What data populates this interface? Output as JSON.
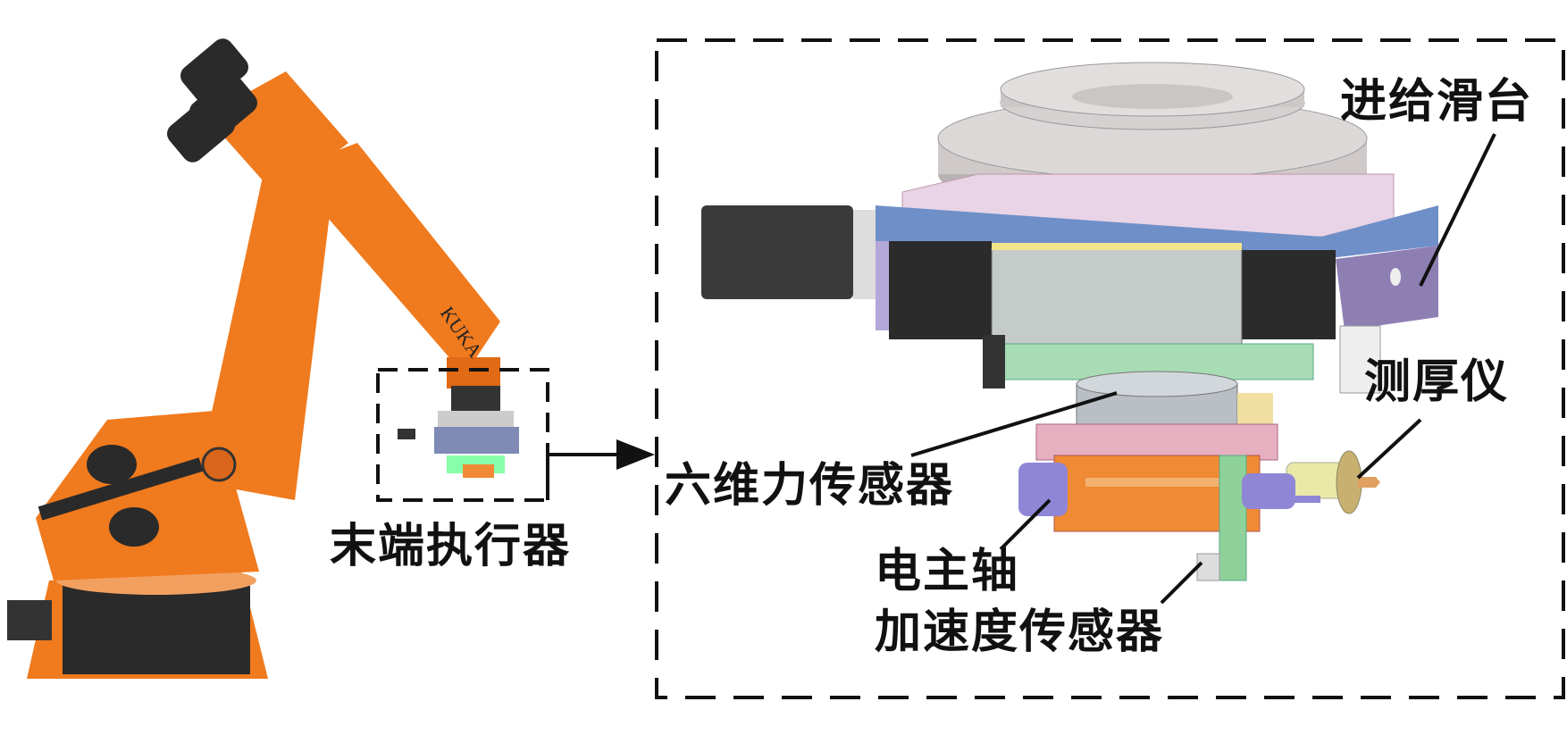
{
  "figure": {
    "robot_brand": "KUKA",
    "labels": {
      "end_effector": "末端执行器",
      "feed_slide": "进给滑台",
      "thickness_gauge": "测厚仪",
      "six_axis_force_sensor": "六维力传感器",
      "electric_spindle": "电主轴",
      "accelerometer": "加速度传感器"
    },
    "colors": {
      "robot_orange": "#f07a1e",
      "robot_dark": "#2a2a2a",
      "top_plate": "#e8d4e6",
      "slide_blue": "#6f8fc8",
      "slide_purple": "#8e7fb3",
      "sensor_body": "#b9bfc4",
      "green_plate": "#a8dcb4",
      "spindle_orange": "#f08a34",
      "spindle_purple": "#8f86d6",
      "gauge_yellow": "#e9eaa8"
    }
  }
}
